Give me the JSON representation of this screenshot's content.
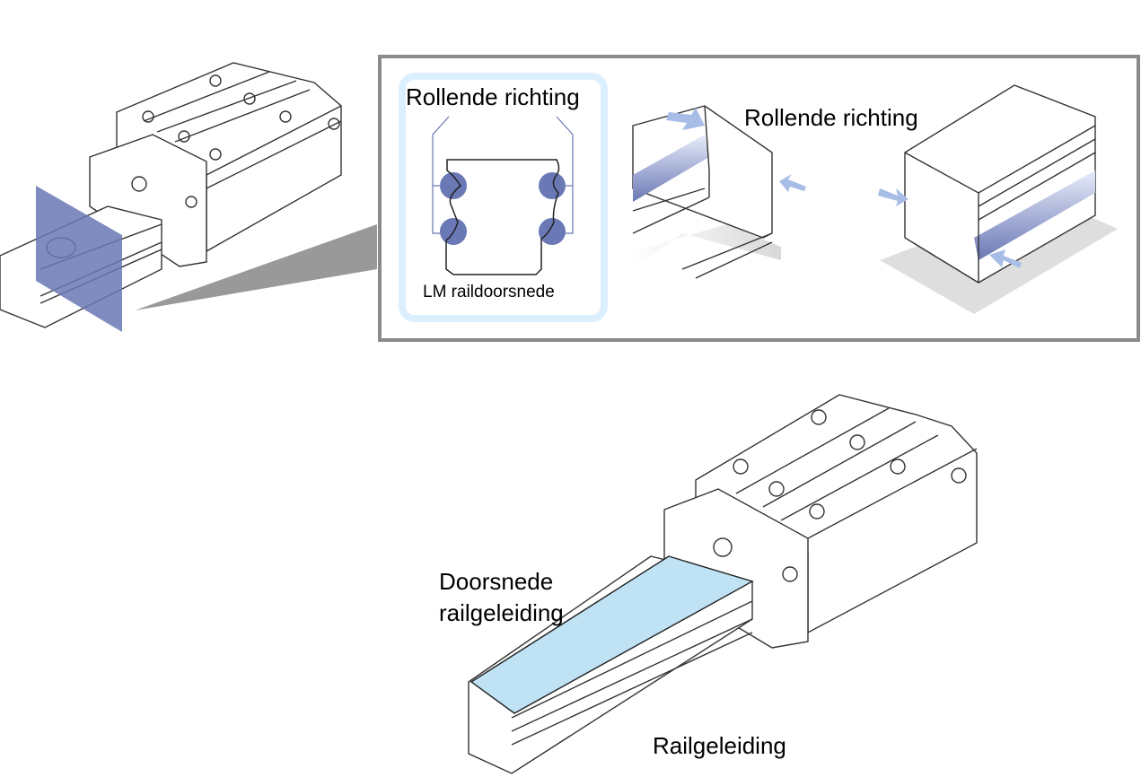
{
  "colors": {
    "cross_section_plane": "#6a78b5",
    "rail_section_fill": "#bfe2f4",
    "inset_border": "#8a8a8a",
    "callout_wedge": "#999999",
    "highlight_box": "#dcefff",
    "ball": "#6a78b5",
    "arrow": "#a8bde6"
  },
  "inset": {
    "section_label_top": "Rollende richting",
    "section_label_bottom": "LM raildoorsnede",
    "perspective_label": "Rollende richting"
  },
  "main": {
    "section_label_line1": "Doorsnede",
    "section_label_line2": "railgeleiding",
    "rail_label": "Railgeleiding"
  }
}
